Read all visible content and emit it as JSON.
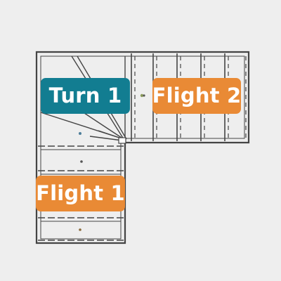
{
  "labels": {
    "turn_1": "Turn 1",
    "flight_2": "Flight 2",
    "flight_1": "Flight 1"
  },
  "colors": {
    "background": "#eeeeee",
    "line": "#444444",
    "turn_label": "#127d91",
    "flight_label": "#e98a35"
  }
}
